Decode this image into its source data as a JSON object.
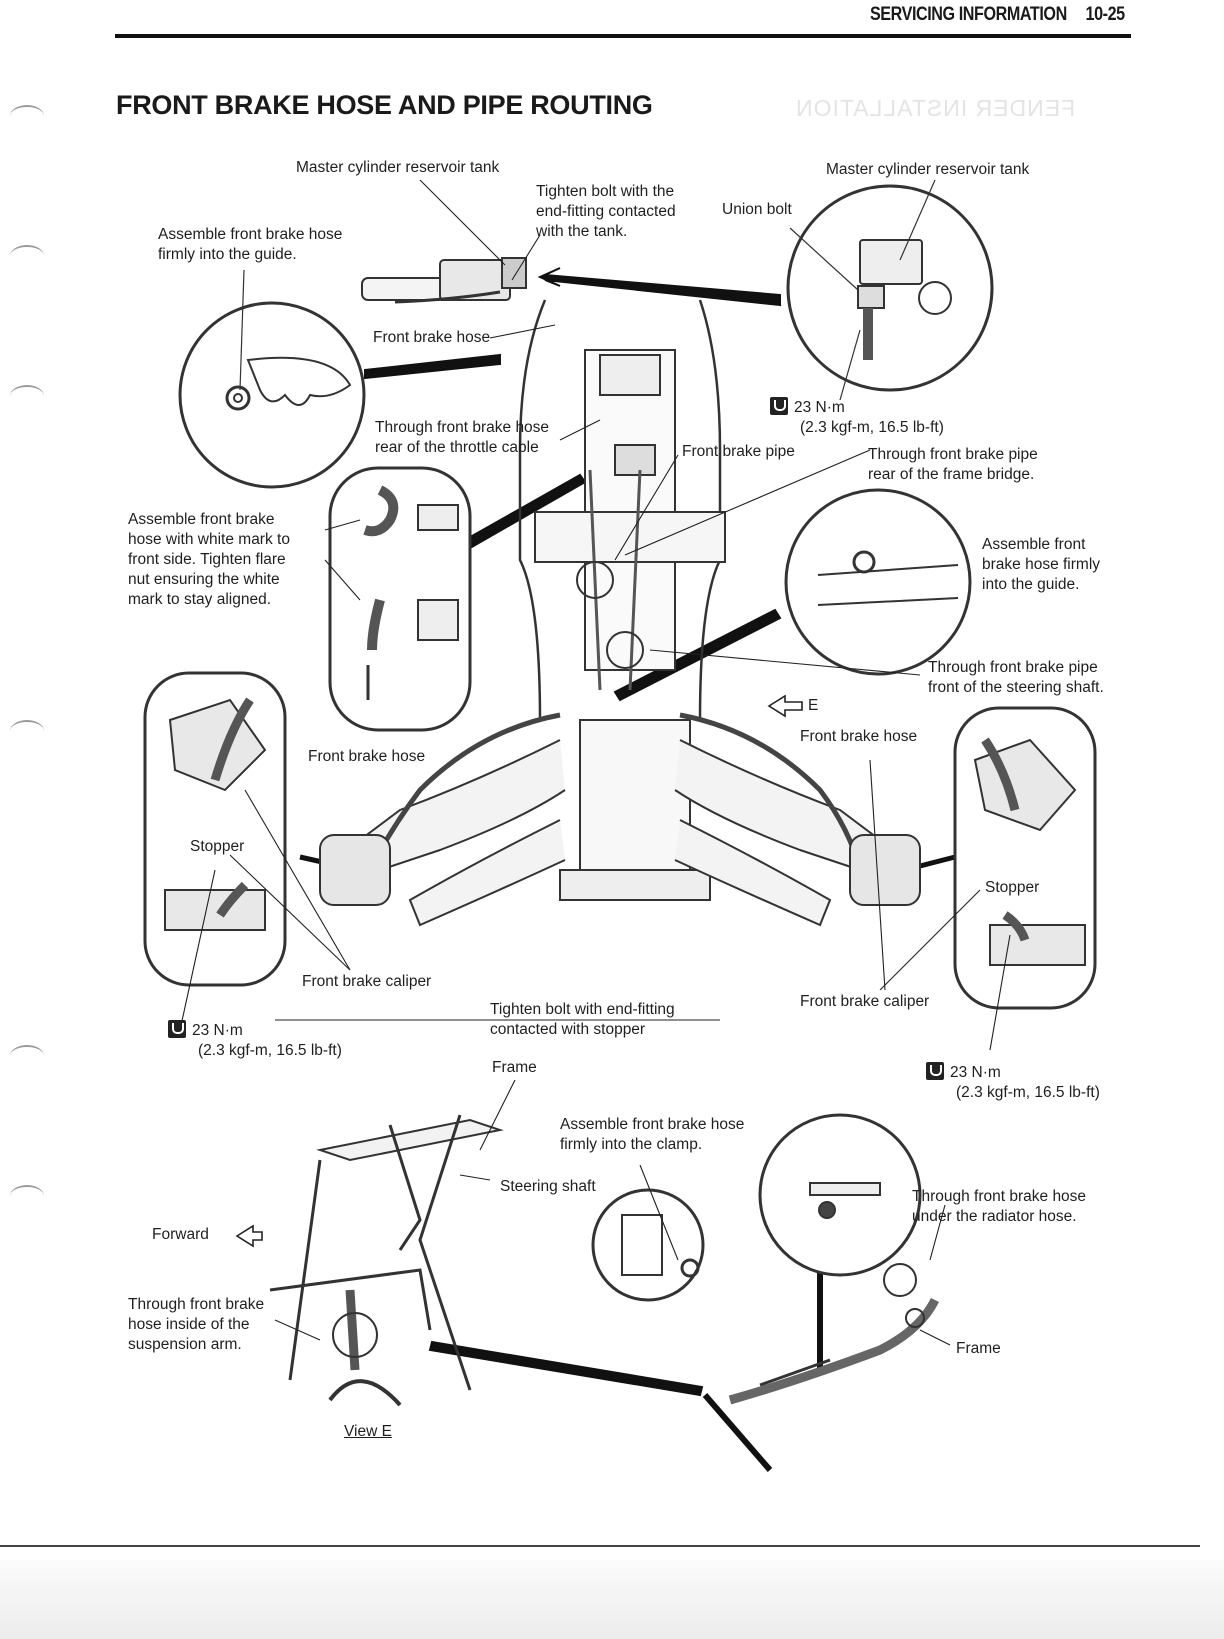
{
  "header": {
    "section": "SERVICING INFORMATION",
    "page_number": "10-25"
  },
  "title": "FRONT BRAKE HOSE AND PIPE ROUTING",
  "ghost_text": "FENDER INSTALLATION",
  "labels": {
    "master_cyl_left": "Master cylinder reservoir tank",
    "master_cyl_right": "Master cylinder reservoir tank",
    "tighten_bolt_tank": [
      "Tighten bolt with the",
      "end-fitting contacted",
      "with the tank."
    ],
    "union_bolt": "Union bolt",
    "assemble_guide_left": [
      "Assemble front brake hose",
      "firmly into the guide."
    ],
    "front_brake_hose_top": "Front brake hose",
    "through_throttle": [
      "Through front brake hose",
      "rear of the throttle cable"
    ],
    "front_brake_pipe": "Front brake pipe",
    "torque_top": [
      "23 N·m",
      "(2.3 kgf-m, 16.5 lb-ft)"
    ],
    "through_frame_bridge": [
      "Through front brake pipe",
      "rear of the frame bridge."
    ],
    "white_mark": [
      "Assemble front brake",
      "hose with white mark to",
      "front side. Tighten flare",
      "nut ensuring the white",
      "mark to stay aligned."
    ],
    "assemble_guide_right": [
      "Assemble front",
      "brake hose firmly",
      "into the guide."
    ],
    "through_steering_shaft": [
      "Through front brake pipe",
      "front of the steering shaft."
    ],
    "view_e_marker": "E",
    "front_brake_hose_right": "Front brake hose",
    "front_brake_hose_left": "Front brake hose",
    "stopper_left": "Stopper",
    "stopper_right": "Stopper",
    "caliper_left": "Front brake caliper",
    "caliper_right": "Front brake caliper",
    "tighten_bolt_stopper": [
      "Tighten bolt with end-fitting",
      "contacted with stopper"
    ],
    "torque_left": [
      "23 N·m",
      "(2.3 kgf-m, 16.5 lb-ft)"
    ],
    "torque_right": [
      "23 N·m",
      "(2.3 kgf-m, 16.5 lb-ft)"
    ],
    "frame_top": "Frame",
    "assemble_clamp": [
      "Assemble front brake hose",
      "firmly into the clamp."
    ],
    "steering_shaft": "Steering shaft",
    "forward": "Forward",
    "through_radiator": [
      "Through front brake hose",
      "under the radiator hose."
    ],
    "through_suspension": [
      "Through front brake",
      "hose inside of the",
      "suspension arm."
    ],
    "frame_bottom": "Frame",
    "view_e": "View E"
  }
}
